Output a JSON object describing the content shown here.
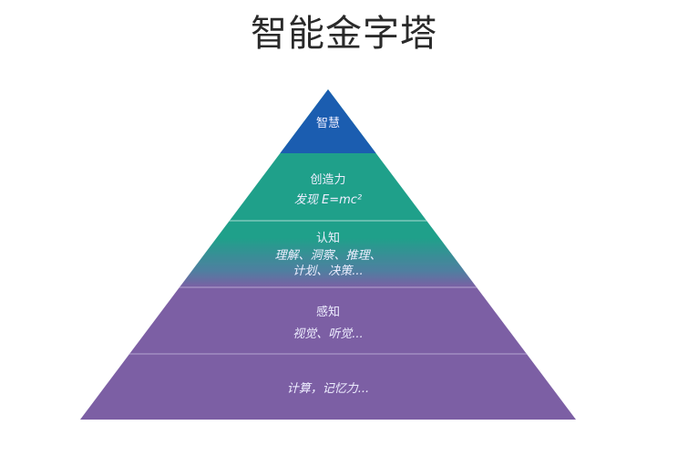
{
  "title": "智能金字塔",
  "levels": [
    {
      "name": "智慧",
      "detail": "",
      "color": "#1b5db0"
    },
    {
      "name": "创造力",
      "detail": "发现 E=mc²",
      "color": "#1fa08a"
    },
    {
      "name": "认知",
      "detail_lines": [
        "理解、洞察、推理、",
        "计划、决策..."
      ],
      "color": "#1fa08a"
    },
    {
      "name": "感知",
      "detail": "视觉、听觉...",
      "color": "#7c5fa4"
    },
    {
      "name": "",
      "detail": "计算，记忆力...",
      "color": "#7c5fa4"
    }
  ]
}
